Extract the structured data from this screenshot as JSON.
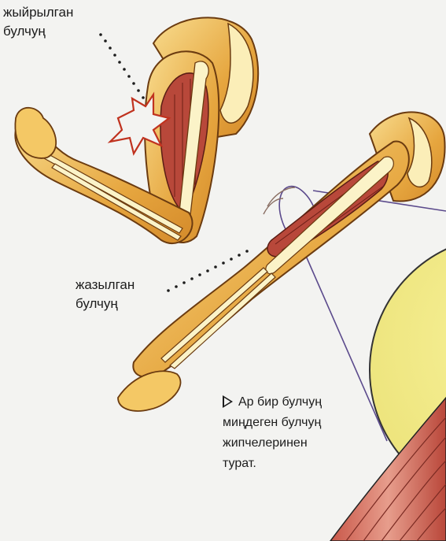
{
  "labels": {
    "contracted_line1": "жыйрылган",
    "contracted_line2": "булчуң",
    "extended_line1": "жазылган",
    "extended_line2": "булчуң"
  },
  "caption": {
    "line1": "Ар бир булчуң",
    "line2": "миңдеген булчуң",
    "line3": "жипчелеринен",
    "line4": "турат."
  },
  "colors": {
    "background": "#f3f3f1",
    "skin": "#e9b248",
    "skin_light": "#f7e2a0",
    "muscle": "#b8483a",
    "bone": "#fbf3c8",
    "magnifier_fill": "#f4ee8c",
    "magnifier_line": "#5b4a8c"
  }
}
